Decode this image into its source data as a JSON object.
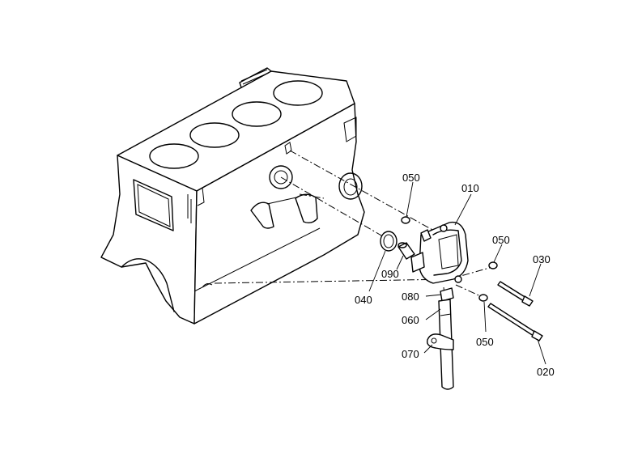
{
  "labels": {
    "p010": "010",
    "p020": "020",
    "p030": "030",
    "p040": "040",
    "p050a": "050",
    "p050b": "050",
    "p050c": "050",
    "p060": "060",
    "p070": "070",
    "p080": "080",
    "p090": "090"
  }
}
